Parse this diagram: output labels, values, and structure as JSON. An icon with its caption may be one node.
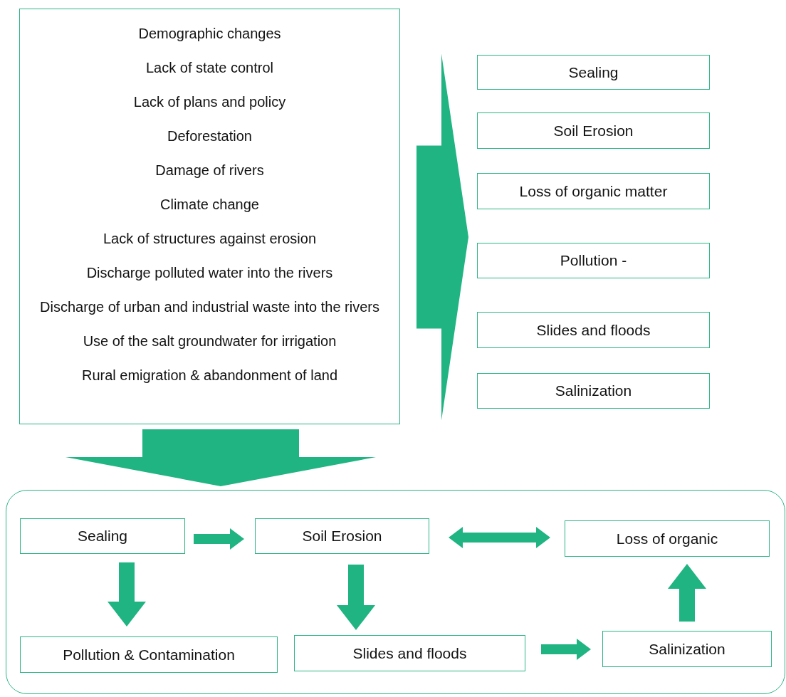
{
  "diagram": {
    "nodes": [
      {
        "text": [
          "Demographic changes",
          "Lack of state control",
          "Lack of plans and policy",
          "Deforestation",
          "Damage of rivers",
          "Climate change",
          "Lack of structures against erosion",
          "Discharge polluted water into the rivers",
          "Discharge of urban and industrial waste into the rivers",
          "Use of the salt groundwater for irrigation",
          "Rural emigration & abandonment of land"
        ]
      },
      {
        "text": [
          "Sealing"
        ]
      },
      {
        "text": [
          "Soil Erosion"
        ]
      },
      {
        "text": [
          "Loss of organic matter"
        ]
      },
      {
        "text": [
          "Pollution -"
        ]
      },
      {
        "text": [
          "Slides and floods"
        ]
      },
      {
        "text": [
          "Salinization"
        ]
      },
      {
        "text": [],
        "shape": "box"
      },
      {
        "text": [
          "Sealing"
        ],
        "in": 7
      },
      {
        "text": [
          "Soil Erosion"
        ],
        "in": 7
      },
      {
        "text": [
          "Loss of organic"
        ],
        "in": 7
      },
      {
        "text": [
          "Pollution & Contamination"
        ],
        "in": 7
      },
      {
        "text": [
          "Slides and floods"
        ],
        "in": 7
      },
      {
        "text": [
          "Salinization"
        ],
        "in": 7
      }
    ],
    "edges": [
      {
        "from": 0,
        "to": null,
        "arrow": "to"
      },
      {
        "from": 0,
        "to": 7,
        "arrow": "to"
      },
      {
        "from": 8,
        "to": 9,
        "arrow": "to"
      },
      {
        "from": 9,
        "to": 10,
        "arrow": "both"
      },
      {
        "from": 8,
        "to": 11,
        "arrow": "to"
      },
      {
        "from": 9,
        "to": 12,
        "arrow": "to"
      },
      {
        "from": 12,
        "to": 13,
        "arrow": "to"
      },
      {
        "from": 13,
        "to": 10,
        "arrow": "to"
      }
    ]
  }
}
